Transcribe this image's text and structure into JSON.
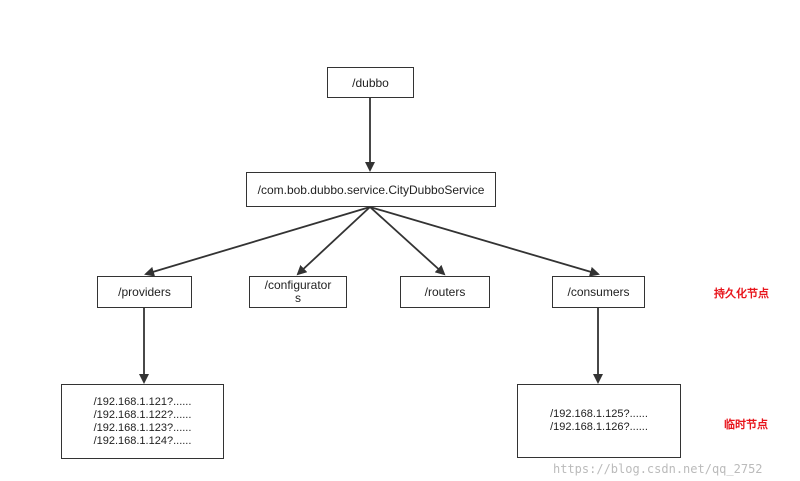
{
  "diagram": {
    "root": "/dubbo",
    "service": "/com.bob.dubbo.service.CityDubboService",
    "categories": {
      "providers": "/providers",
      "configurators_line1": "/configurator",
      "configurators_line2": "s",
      "routers": "/routers",
      "consumers": "/consumers"
    },
    "provider_urls": [
      "/192.168.1.121?......",
      "/192.168.1.122?......",
      "/192.168.1.123?......",
      "/192.168.1.124?......"
    ],
    "consumer_urls": [
      "/192.168.1.125?......",
      "/192.168.1.126?......"
    ],
    "legend": {
      "persistent": "持久化节点",
      "ephemeral": "临时节点",
      "color": "#e8141b"
    }
  },
  "watermark": "https://blog.csdn.net/qq_2752"
}
